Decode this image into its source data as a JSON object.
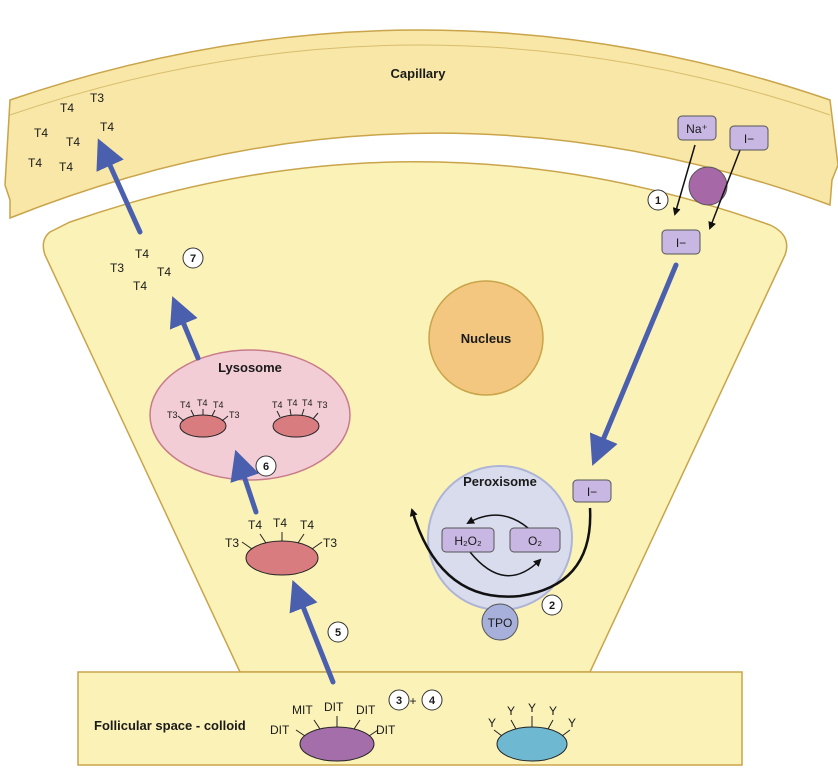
{
  "colors": {
    "cytoplasm": "#fbf2b8",
    "cell_stroke": "#c9a44a",
    "capillary": "#f8e7a6",
    "nucleus": "#f3c77f",
    "lysosome": "#f3cdd6",
    "peroxisome": "#d9dced",
    "ion_box": "#c8b7e2",
    "transporter": "#a768a8",
    "thyroglobulin_red": "#d97c80",
    "thyroglobulin_purple": "#a46eaa",
    "thyroglobulin_blue": "#6fb8d1",
    "arrow_blue": "#4a5fad",
    "tpo": "#a7b0da"
  },
  "labels": {
    "capillary": "Capillary",
    "nucleus": "Nucleus",
    "lysosome": "Lysosome",
    "peroxisome": "Peroxisome",
    "colloid": "Follicular space - colloid",
    "tpo": "TPO",
    "h2o2": "H₂O₂",
    "o2": "O₂",
    "na_ion": "Na⁺",
    "i_ion": "I−",
    "plus": "+"
  },
  "capillary_hormones": [
    "T4",
    "T3",
    "T4",
    "T4",
    "T4",
    "T4",
    "T4"
  ],
  "released_hormones": [
    "T4",
    "T3",
    "T4",
    "T4"
  ],
  "lysosome_tg_1": [
    "T3",
    "T4",
    "T4",
    "T4",
    "T3"
  ],
  "lysosome_tg_2": [
    "T4",
    "T4",
    "T4",
    "T3"
  ],
  "endocytosed_tg": [
    "T3",
    "T4",
    "T4",
    "T4",
    "T3"
  ],
  "colloid_tg_iodinated": [
    "DIT",
    "MIT",
    "DIT",
    "DIT",
    "DIT"
  ],
  "colloid_tg_plain": [
    "Y",
    "Y",
    "Y",
    "Y",
    "Y"
  ],
  "steps": [
    "1",
    "2",
    "3",
    "4",
    "5",
    "6",
    "7"
  ]
}
